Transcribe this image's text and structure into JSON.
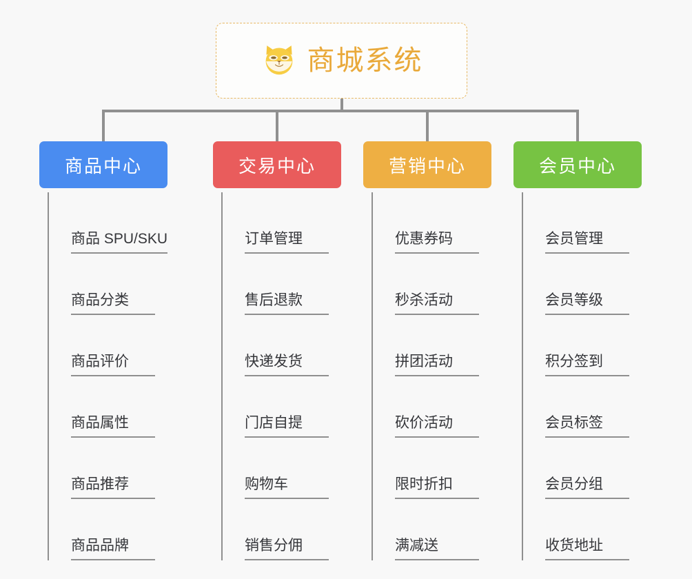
{
  "root": {
    "title": "商城系统",
    "icon": "shiba-dog-icon",
    "title_color": "#e9a93a",
    "border_color": "#e7b863"
  },
  "colors": {
    "background": "#f8f8f8",
    "connector": "#909090",
    "leaf_text": "#35363a",
    "leaf_rule": "#8f8f8f",
    "blue": "#4a8cf0",
    "red": "#e95c5c",
    "orange": "#eeaf43",
    "green": "#77c343"
  },
  "columns": [
    {
      "title": "商品中心",
      "color": "#4a8cf0",
      "items": [
        "商品 SPU/SKU",
        "商品分类",
        "商品评价",
        "商品属性",
        "商品推荐",
        "商品品牌"
      ]
    },
    {
      "title": "交易中心",
      "color": "#e95c5c",
      "items": [
        "订单管理",
        "售后退款",
        "快递发货",
        "门店自提",
        "购物车",
        "销售分佣"
      ]
    },
    {
      "title": "营销中心",
      "color": "#eeaf43",
      "items": [
        "优惠券码",
        "秒杀活动",
        "拼团活动",
        "砍价活动",
        "限时折扣",
        "满减送"
      ]
    },
    {
      "title": "会员中心",
      "color": "#77c343",
      "items": [
        "会员管理",
        "会员等级",
        "积分签到",
        "会员标签",
        "会员分组",
        "收货地址"
      ]
    }
  ]
}
